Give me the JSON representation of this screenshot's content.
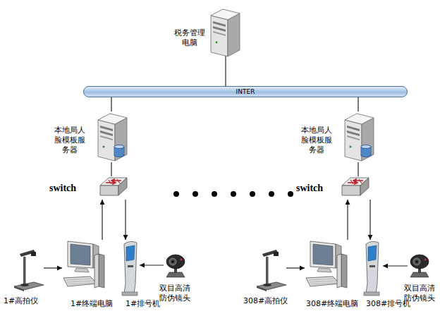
{
  "diagram": {
    "nodes": [
      {
        "text": [
          "税务管理电脑"
        ]
      },
      {
        "text": [
          "INTER"
        ]
      },
      {
        "text": [
          "本地局人脸模板服务器"
        ]
      },
      {
        "text": [
          "switch"
        ]
      },
      {
        "text": [
          "1#高拍仪"
        ]
      },
      {
        "text": [
          "1#终端电脑"
        ]
      },
      {
        "text": [
          "1#排号机"
        ]
      },
      {
        "text": [
          "双目高清防伪镜头"
        ]
      },
      {
        "text": [
          "本地局人脸模板服务器"
        ]
      },
      {
        "text": [
          "switch"
        ]
      },
      {
        "text": [
          "308#高拍仪"
        ]
      },
      {
        "text": [
          "308#终端电脑"
        ]
      },
      {
        "text": [
          "308#排号机"
        ]
      },
      {
        "text": [
          "双目高清防伪镜头"
        ]
      }
    ],
    "edges": [
      {
        "from": 0,
        "to": 1,
        "arrow": "none"
      },
      {
        "from": 1,
        "to": 2,
        "arrow": "none"
      },
      {
        "from": 1,
        "to": 8,
        "arrow": "none"
      },
      {
        "from": 2,
        "to": 3,
        "arrow": "none"
      },
      {
        "from": 5,
        "to": 3,
        "arrow": "to"
      },
      {
        "from": 3,
        "to": 6,
        "arrow": "to"
      },
      {
        "from": 4,
        "to": 5,
        "arrow": "to"
      },
      {
        "from": 7,
        "to": 6,
        "arrow": "to"
      },
      {
        "from": 8,
        "to": 9,
        "arrow": "none"
      },
      {
        "from": 11,
        "to": 9,
        "arrow": "to"
      },
      {
        "from": 9,
        "to": 12,
        "arrow": "to"
      },
      {
        "from": 10,
        "to": 11,
        "arrow": "to"
      },
      {
        "from": 13,
        "to": 12,
        "arrow": "to"
      }
    ]
  }
}
